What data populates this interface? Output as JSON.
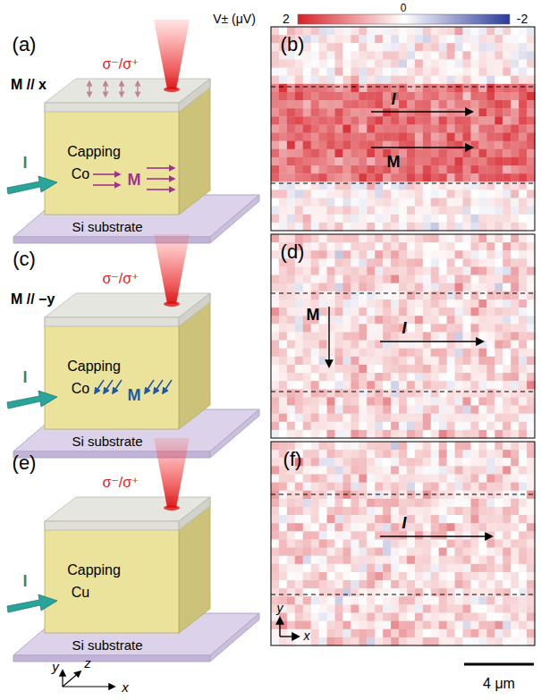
{
  "diagram": {
    "labels": [
      "V± (μV)",
      "2",
      "0",
      "-2",
      "(a)",
      "M // x",
      "σ⁻/σ⁺",
      "Capping",
      "Co",
      "M",
      "Si substrate",
      "I",
      "(b)",
      "I",
      "M",
      "(c)",
      "M // −y",
      "σ⁻/σ⁺",
      "Capping",
      "Co",
      "M",
      "Si substrate",
      "I",
      "(d)",
      "M",
      "I",
      "(e)",
      "σ⁻/σ⁺",
      "Capping",
      "Cu",
      "Si substrate",
      "I",
      "(f)",
      "I",
      "y",
      "z",
      "x",
      "y",
      "x",
      "4 μm"
    ]
  }
}
